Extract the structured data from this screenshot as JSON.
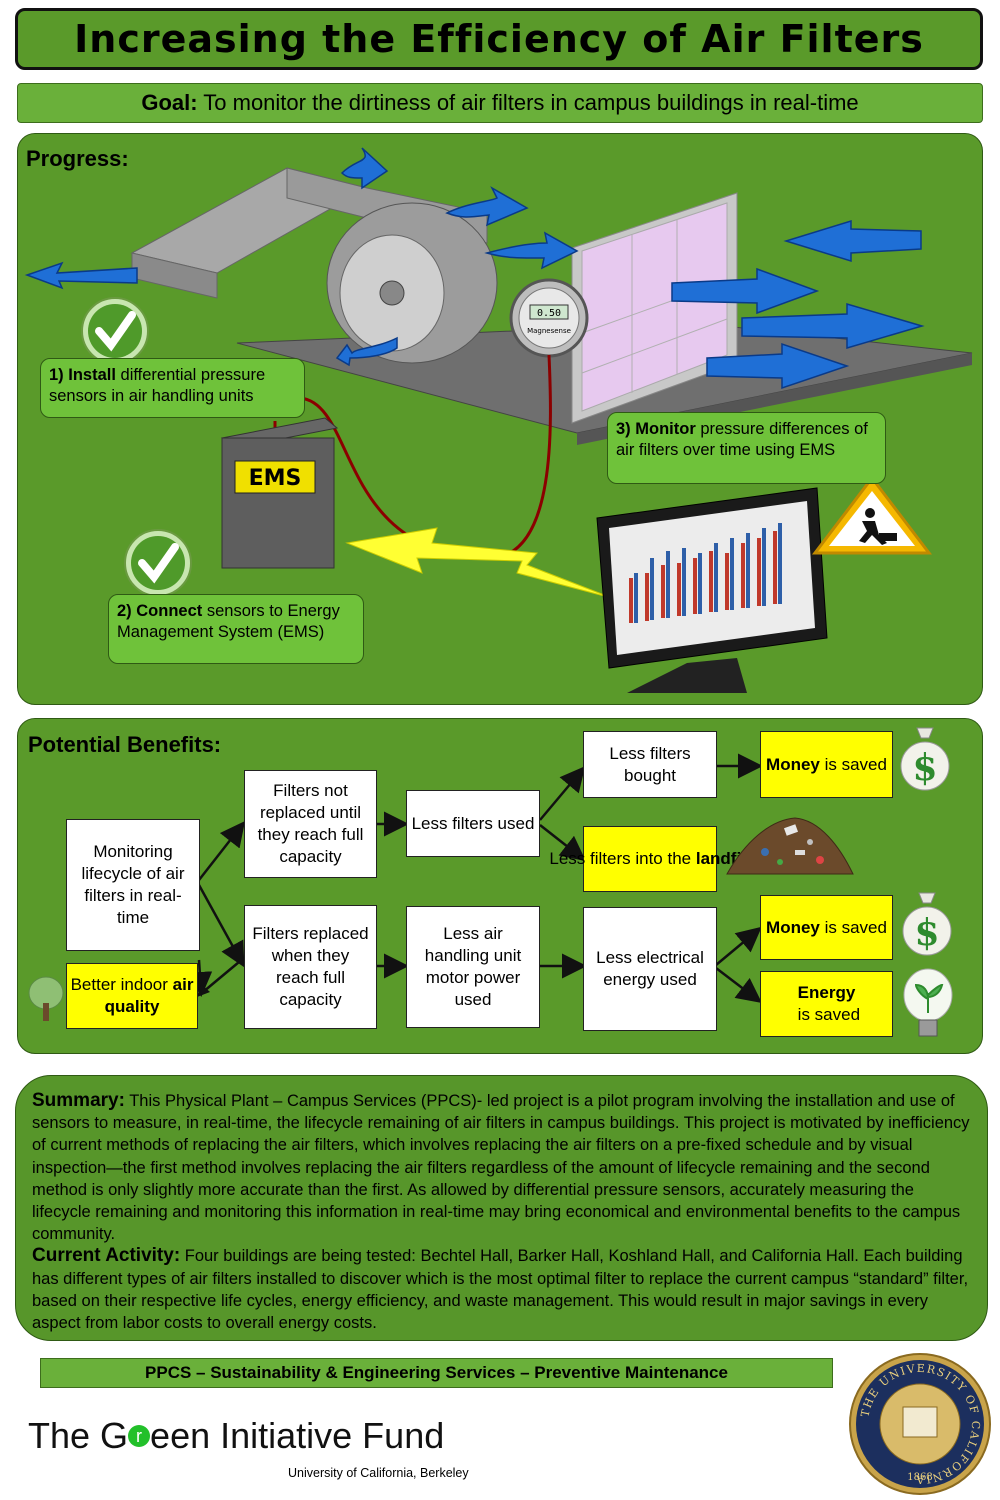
{
  "title": "Increasing the Efficiency of Air Filters",
  "goal": {
    "label": "Goal:",
    "text": " To monitor the dirtiness of air filters in campus buildings in real-time"
  },
  "progress": {
    "heading": "Progress:",
    "ems_label": "EMS",
    "gauge_value": "0.50",
    "gauge_brand": "Magnesense",
    "steps": [
      {
        "bold": "1) Install",
        "text": " differential pressure sensors in air handling units"
      },
      {
        "bold": "2) Connect",
        "text": " sensors to Energy Management System (EMS)"
      },
      {
        "bold": "3) Monitor",
        "text": " pressure differences of air filters over time using EMS"
      }
    ]
  },
  "benefits": {
    "heading": "Potential Benefits:",
    "boxes": {
      "monitoring": "Monitoring lifecycle of air filters in real-time",
      "not_replaced": "Filters not replaced until they reach full capacity",
      "replaced_when": "Filters replaced when they reach full capacity",
      "less_used": "Less filters used",
      "less_bought": "Less filters bought",
      "landfill_pre": "Less filters into the ",
      "landfill_bold": "landfill",
      "less_motor": "Less  air handling unit motor power used",
      "less_energy": "Less electrical energy used",
      "money_bold": "Money",
      "saved_suffix": " is saved",
      "energy_bold": "Energy",
      "air_pre": "Better indoor ",
      "air_bold": "air quality"
    },
    "dollar_sign": "$"
  },
  "summary": {
    "label": "Summary:",
    "text": " This Physical Plant – Campus Services (PPCS)- led project is a pilot program involving the installation and use of sensors to measure, in real-time, the lifecycle remaining of air filters in campus buildings. This project is motivated by inefficiency of current methods of replacing the air filters, which involves replacing the air filters on a pre-fixed schedule and by visual inspection—the first method involves replacing the air filters regardless of the amount of lifecycle remaining and the second method is only slightly more accurate than the first. As allowed by differential pressure sensors, accurately measuring the lifecycle remaining and monitoring this information in real-time may bring economical and environmental benefits to the campus community.",
    "activity_label": "Current Activity:",
    "activity_text": " Four buildings are being tested: Bechtel Hall, Barker Hall, Koshland Hall, and California Hall. Each building has different types of air filters installed to discover which is the most optimal filter to replace the current campus “standard” filter, based on their respective life cycles, energy efficiency, and waste management. This would result in major savings in every aspect from labor costs to overall energy costs."
  },
  "footer": {
    "bar": "PPCS – Sustainability & Engineering Services – Preventive Maintenance",
    "tgif_pre": "The G",
    "tgif_post": "een Initiative Fund",
    "university": "University of California, Berkeley",
    "seal_text": "THE UNIVERSITY OF CALIFORNIA",
    "seal_year": "1868"
  },
  "colors": {
    "panel_green": "#5a9a2a",
    "box_green": "#6fc23a",
    "arrow_blue": "#1f6fd6",
    "highlight_yellow": "#ffff00"
  }
}
